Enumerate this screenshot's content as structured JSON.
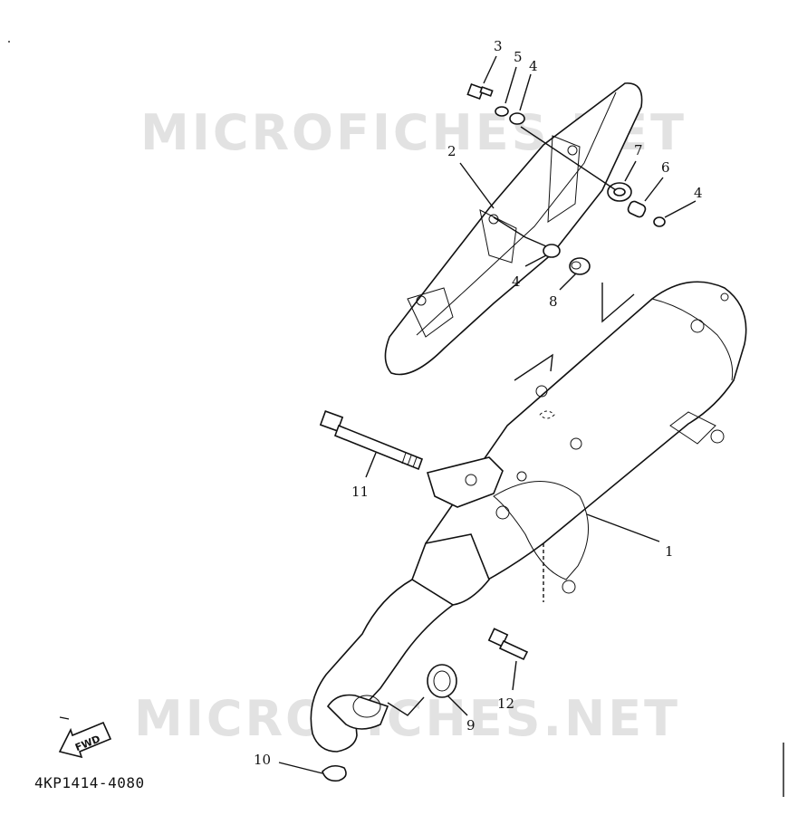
{
  "watermark": "MICROFICHES.NET",
  "figure_code": "4KP1414-4080",
  "fwd_label": "FWD",
  "callouts": {
    "c1": "1",
    "c2": "2",
    "c3": "3",
    "c4a": "4",
    "c4b": "4",
    "c4c": "4",
    "c5": "5",
    "c6": "6",
    "c7": "7",
    "c8": "8",
    "c9": "9",
    "c10": "10",
    "c11": "11",
    "c12": "12"
  }
}
